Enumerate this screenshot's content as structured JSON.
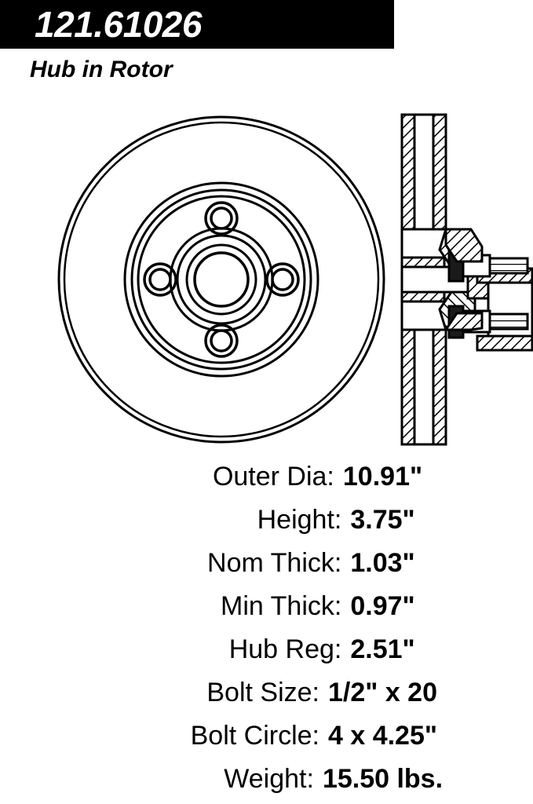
{
  "header": {
    "part_number": "121.61026",
    "subtitle": "Hub in Rotor",
    "bar_color": "#000000",
    "text_color": "#FFFFFF"
  },
  "drawing": {
    "face_view_name": "rotor-face-view",
    "section_view_name": "rotor-cross-section-view",
    "line_color": "#000000",
    "bolt_hole_count": 4
  },
  "specs": [
    {
      "label": "Outer Dia:",
      "value": "10.91\""
    },
    {
      "label": "Height:",
      "value": "3.75\""
    },
    {
      "label": "Nom Thick:",
      "value": "1.03\""
    },
    {
      "label": "Min Thick:",
      "value": "0.97\""
    },
    {
      "label": "Hub Reg:",
      "value": "2.51\""
    },
    {
      "label": "Bolt Size:",
      "value": "1/2\" x 20"
    },
    {
      "label": "Bolt Circle:",
      "value": "4 x 4.25\""
    },
    {
      "label": "Weight:",
      "value": "15.50 lbs."
    }
  ]
}
